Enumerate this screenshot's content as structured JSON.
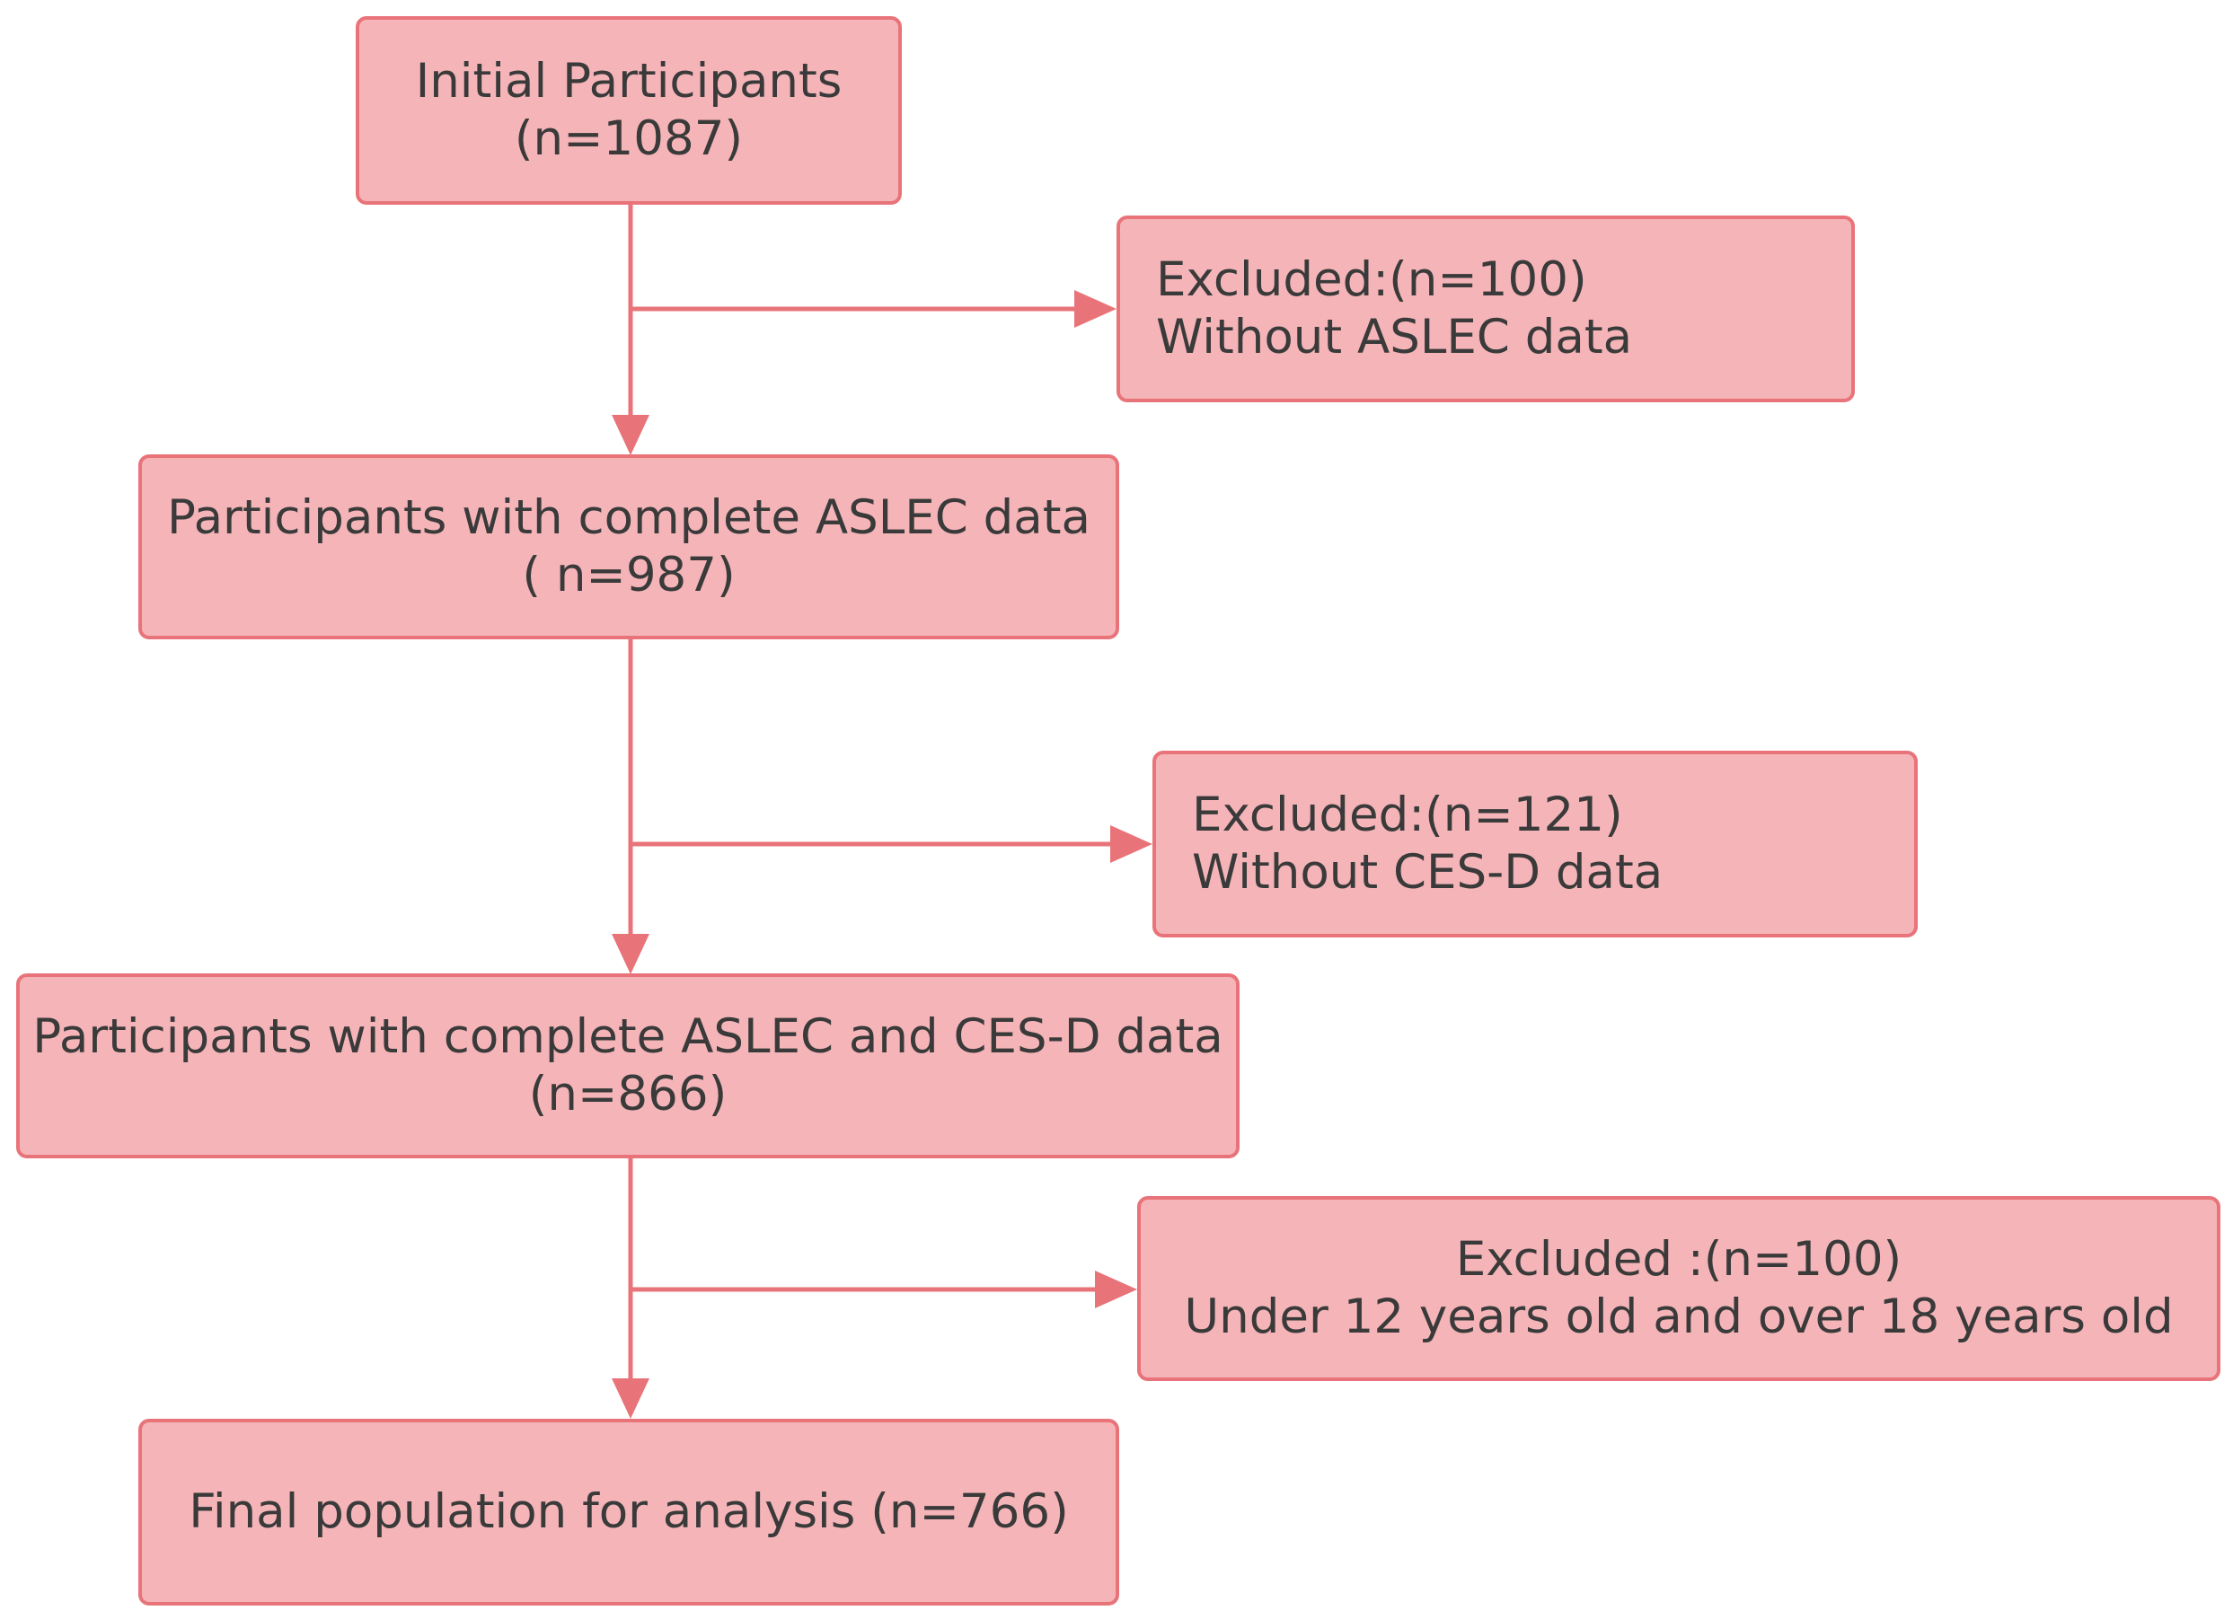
{
  "colors": {
    "box_fill": "#f5b5b8",
    "box_border": "#e8747a",
    "arrow": "#e8747a",
    "text": "#3a3a3a"
  },
  "steps": [
    {
      "line1": "Initial Participants",
      "line2": "(n=1087)"
    },
    {
      "line1": "Participants with complete ASLEC data",
      "line2": "( n=987)"
    },
    {
      "line1": "Participants with complete ASLEC and CES-D data",
      "line2": "(n=866)"
    },
    {
      "line1": "Final population for analysis (n=766)"
    }
  ],
  "exclusions": [
    {
      "line1": "Excluded:(n=100)",
      "line2": "Without ASLEC data"
    },
    {
      "line1": "Excluded:(n=121)",
      "line2": "Without CES-D data"
    },
    {
      "line1": "Excluded :(n=100)",
      "line2": "Under 12 years old and over 18 years old"
    }
  ]
}
